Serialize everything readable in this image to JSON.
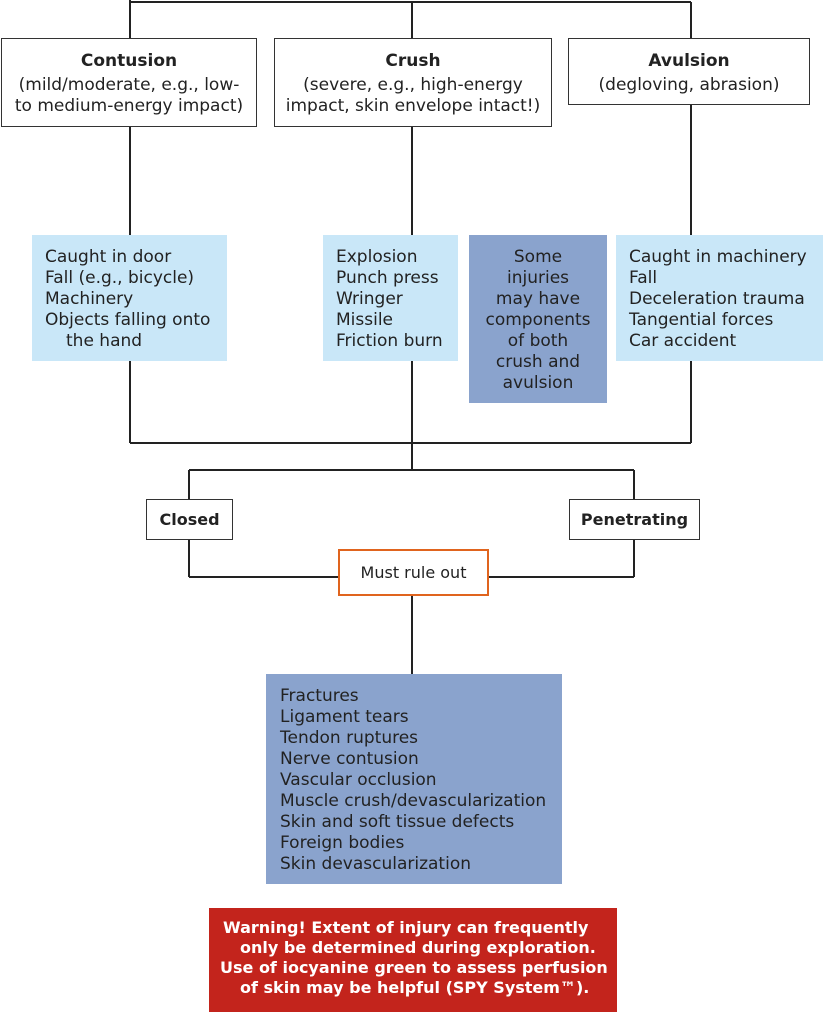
{
  "top_boxes": [
    {
      "title": "Contusion",
      "desc": "(mild/moderate, e.g., low-",
      "desc2": "to medium-energy impact)"
    },
    {
      "title": "Crush",
      "desc": "(severe, e.g., high-energy",
      "desc2": "impact, skin envelope intact!)"
    },
    {
      "title": "Avulsion",
      "desc": "(degloving, abrasion)"
    }
  ],
  "causes": {
    "contusion": [
      "Caught in door",
      "Fall (e.g., bicycle)",
      "Machinery",
      "Objects falling onto",
      "the hand"
    ],
    "crush": [
      "Explosion",
      "Punch press",
      "Wringer",
      "Missile",
      "Friction burn"
    ],
    "note": [
      "Some",
      "injuries",
      "may have",
      "components",
      "of both",
      "crush and",
      "avulsion"
    ],
    "avulsion": [
      "Caught in machinery",
      "Fall",
      "Deceleration trauma",
      "Tangential forces",
      "Car accident"
    ]
  },
  "wound_types": {
    "closed": "Closed",
    "penetrating": "Penetrating"
  },
  "rule_out": "Must rule out",
  "rule_out_list": [
    "Fractures",
    "Ligament tears",
    "Tendon ruptures",
    "Nerve contusion",
    "Vascular occlusion",
    "Muscle crush/devascularization",
    "Skin and soft tissue defects",
    "Foreign bodies",
    "Skin devascularization"
  ],
  "warning": [
    "Warning! Extent of injury can frequently",
    "only be determined during exploration.",
    "Use of iocyanine green to assess perfusion",
    "of skin may be helpful (SPY System™)."
  ],
  "colors": {
    "light_blue": "#c9e7f8",
    "mid_blue": "#8aa3cd",
    "orange": "#e0641e",
    "red": "#c3241c"
  }
}
